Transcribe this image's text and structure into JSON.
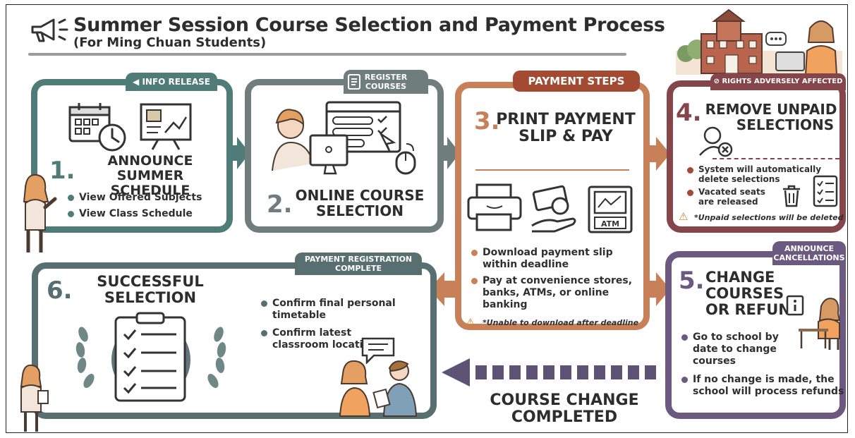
{
  "header": {
    "title": "Summer Session Course Selection and Payment Process",
    "subtitle": "(For Ming Chuan Students)"
  },
  "colors": {
    "step1": "#4f7b78",
    "step2": "#6f7e7d",
    "step3": "#c88058",
    "step3_tag": "#a34a33",
    "step4": "#84454b",
    "step5": "#6c5980",
    "step6": "#586f72",
    "change_arrow": "#5e5275"
  },
  "step1": {
    "tag": "INFO RELEASE",
    "number": "1.",
    "heading_line1": "ANNOUNCE",
    "heading_line2": "SUMMER SCHEDULE",
    "bullets": [
      "View Offered Subjects",
      "View Class Schedule"
    ]
  },
  "step2": {
    "tag_line1": "REGISTER",
    "tag_line2": "COURSES",
    "number": "2.",
    "heading_line1": "ONLINE COURSE",
    "heading_line2": "SELECTION"
  },
  "step3": {
    "tag": "PAYMENT STEPS",
    "number": "3.",
    "heading_line1": "PRINT PAYMENT",
    "heading_line2": "SLIP & PAY",
    "atm_label": "ATM",
    "bullets": [
      "Download payment slip within deadline",
      "Pay at convenience stores, banks, ATMs, or online banking"
    ],
    "note": "*Unable to download after deadline"
  },
  "step4": {
    "tag": "RIGHTS ADVERSELY AFFECTED",
    "number": "4.",
    "heading_line1": "REMOVE UNPAID",
    "heading_line2": "SELECTIONS",
    "bullets": [
      "System will automatically delete selections",
      "Vacated seats are released"
    ],
    "note": "*Unpaid selections will be deleted"
  },
  "step5": {
    "tag_line1": "ANNOUNCE",
    "tag_line2": "CANCELLATIONS",
    "number": "5.",
    "heading_line1": "CHANGE",
    "heading_line2": "COURSES",
    "heading_line3": "OR REFUND",
    "bullets": [
      "Go to school by date to change courses",
      "If no change is made, the school will process refunds"
    ]
  },
  "step6": {
    "tag_line1": "PAYMENT REGISTRATION",
    "tag_line2": "COMPLETE",
    "number": "6.",
    "heading_line1": "SUCCESSFUL",
    "heading_line2": "SELECTION",
    "bullets": [
      "Confirm final personal timetable",
      "Confirm latest classroom location"
    ]
  },
  "course_change": {
    "line1": "COURSE CHANGE",
    "line2": "COMPLETED"
  },
  "icons": [
    "megaphone-icon",
    "calendar-icon",
    "clock-icon",
    "presentation-board-icon",
    "register-document-icon",
    "computer-icon",
    "browser-window-icon",
    "mouse-icon",
    "printer-icon",
    "money-hand-icon",
    "atm-icon",
    "warning-icon",
    "prohibited-icon",
    "user-remove-icon",
    "trash-icon",
    "checklist-icon",
    "clipboard-icon",
    "laurel-icon",
    "speech-bubble-icon",
    "info-icon",
    "school-building-icon"
  ]
}
